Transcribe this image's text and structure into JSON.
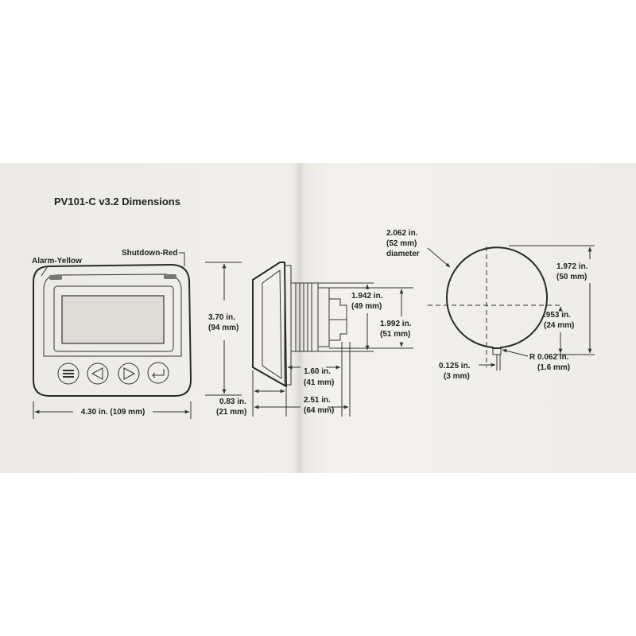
{
  "title": "PV101-C v3.2 Dimensions",
  "callouts": {
    "alarm": "Alarm-Yellow",
    "shutdown": "Shutdown-Red"
  },
  "front_view": {
    "height_in": "3.70 in.",
    "height_mm": "(94 mm)",
    "width": "4.30 in. (109 mm)",
    "buttons": [
      "menu-button-icon",
      "left-arrow-button-icon",
      "right-arrow-button-icon",
      "enter-button-icon"
    ]
  },
  "side_view": {
    "flange_in": "0.83 in.",
    "flange_mm": "(21 mm)",
    "d1942_in": "1.942 in.",
    "d1942_mm": "(49 mm)",
    "d1992_in": "1.992 in.",
    "d1992_mm": "(51 mm)",
    "d160_in": "1.60 in.",
    "d160_mm": "(41 mm)",
    "d251_in": "2.51 in.",
    "d251_mm": "(64 mm)"
  },
  "cutout": {
    "diameter_in": "2.062 in.",
    "diameter_mm": "(52 mm)",
    "diameter_word": "diameter",
    "height_in": "1.972 in.",
    "height_mm": "(50 mm)",
    "half_in": ".953 in.",
    "half_mm": "(24 mm)",
    "radius_in": "R 0.062 in.",
    "radius_mm": "(1.6 mm)",
    "slot_in": "0.125 in.",
    "slot_mm": "(3 mm)"
  },
  "colors": {
    "paper": "#eeece8",
    "ink": "#222222"
  }
}
